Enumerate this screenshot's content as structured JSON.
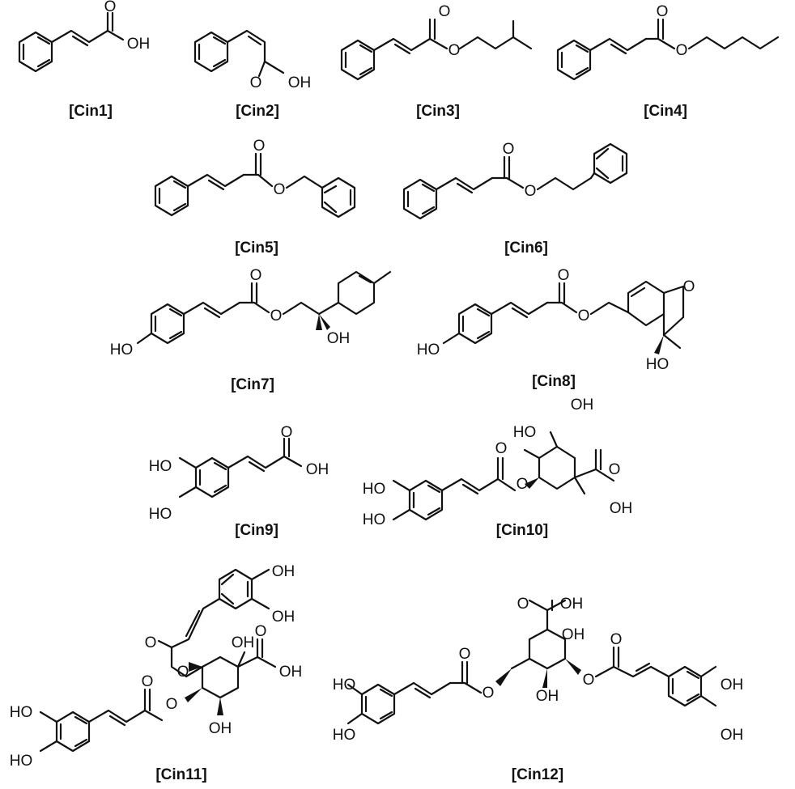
{
  "compounds": [
    {
      "id": "cin1",
      "label": "[Cin1]"
    },
    {
      "id": "cin2",
      "label": "[Cin2]"
    },
    {
      "id": "cin3",
      "label": "[Cin3]"
    },
    {
      "id": "cin4",
      "label": "[Cin4]"
    },
    {
      "id": "cin5",
      "label": "[Cin5]"
    },
    {
      "id": "cin6",
      "label": "[Cin6]"
    },
    {
      "id": "cin7",
      "label": "[Cin7]"
    },
    {
      "id": "cin8",
      "label": "[Cin8]"
    },
    {
      "id": "cin9",
      "label": "[Cin9]"
    },
    {
      "id": "cin10",
      "label": "[Cin10]"
    },
    {
      "id": "cin11",
      "label": "[Cin11]"
    },
    {
      "id": "cin12",
      "label": "[Cin12]"
    }
  ],
  "atoms": {
    "O": "O",
    "OH": "OH",
    "HO": "HO"
  }
}
